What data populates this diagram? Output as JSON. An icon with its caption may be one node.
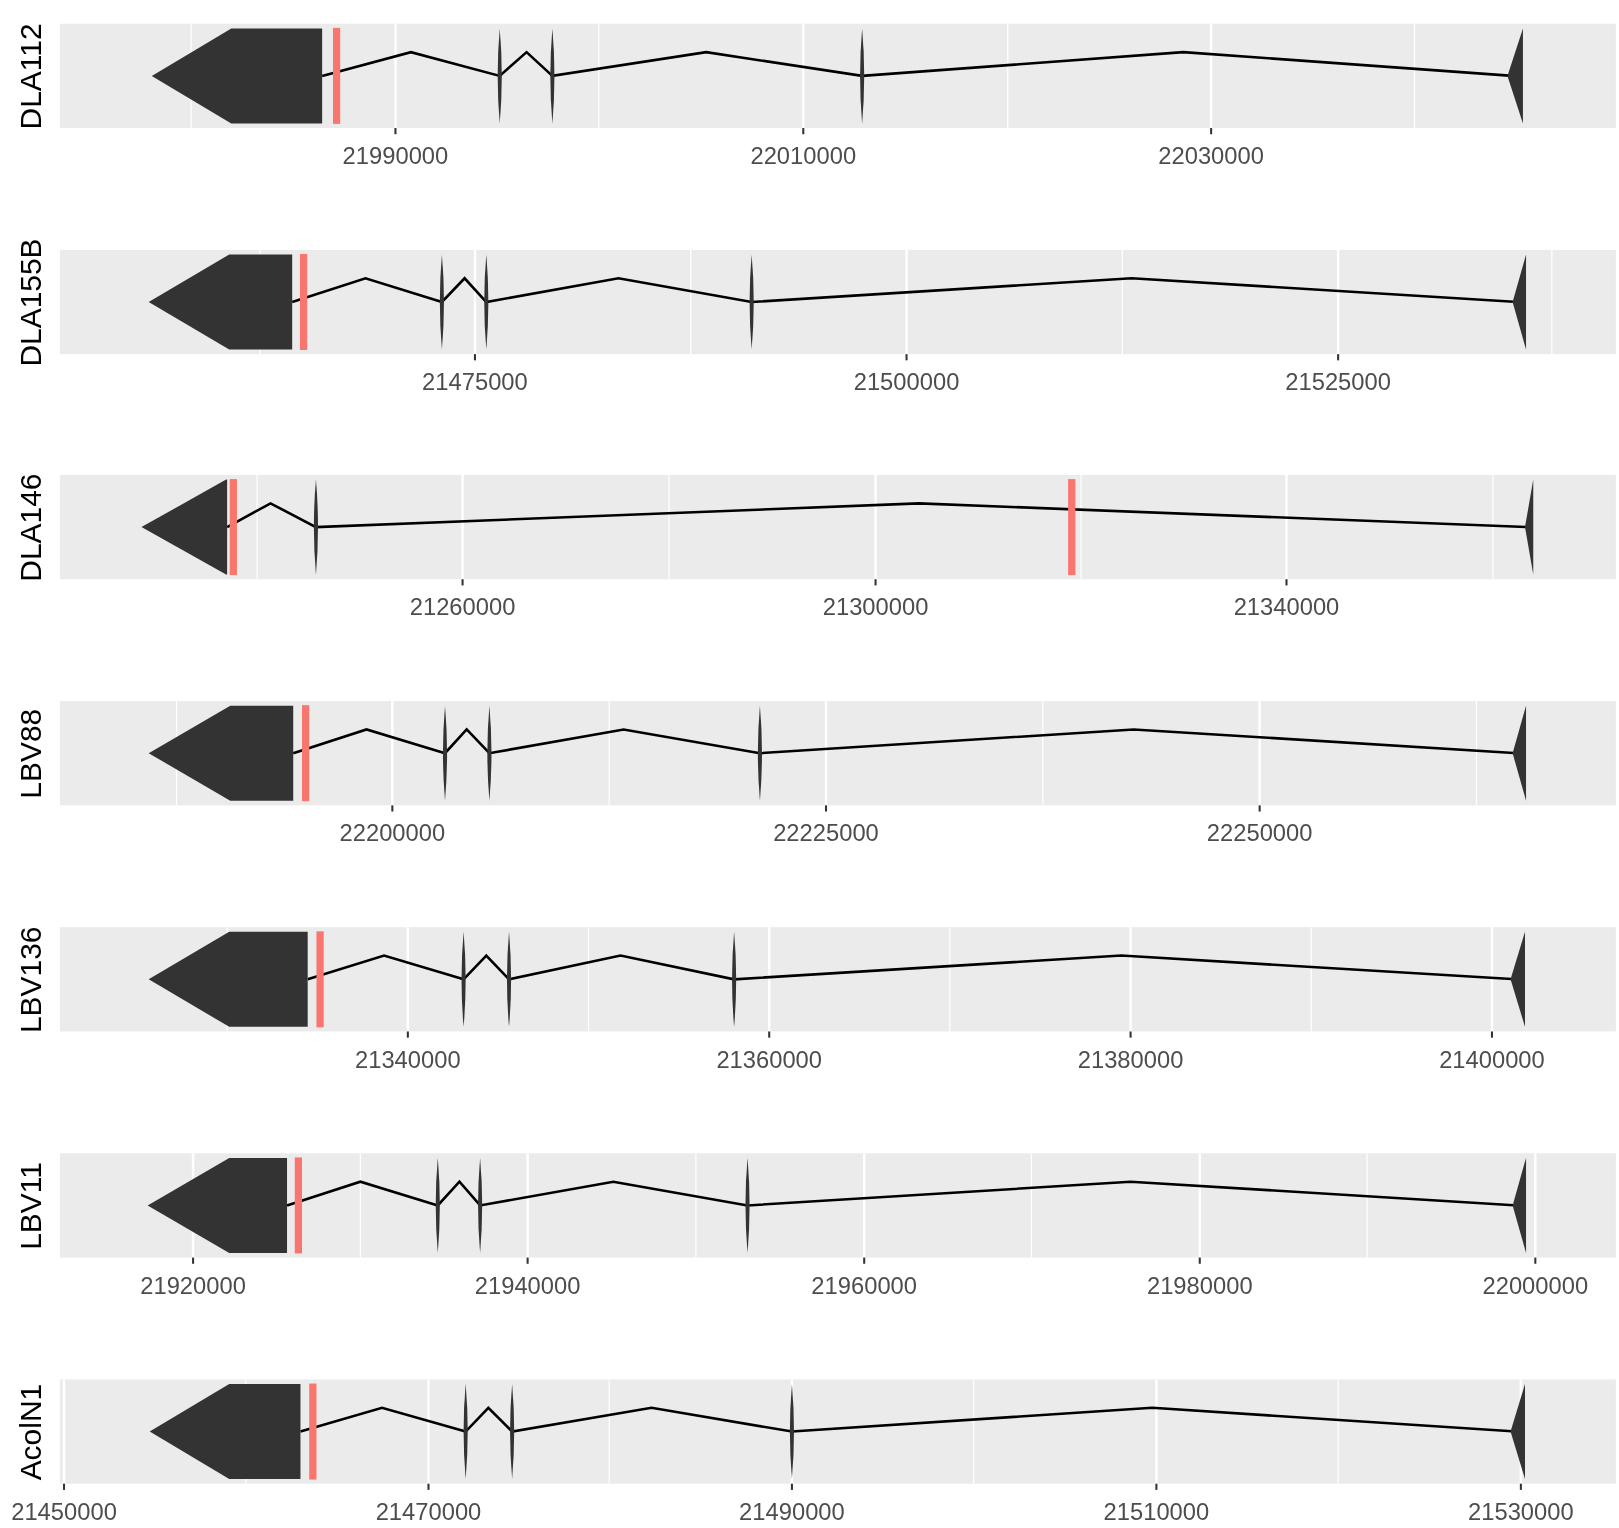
{
  "diagram": {
    "labels": [
      "DLA112",
      "21990000",
      "22010000",
      "22030000",
      "DLA155B",
      "21475000",
      "21500000",
      "21525000",
      "DLA146",
      "21260000",
      "21300000",
      "21340000",
      "LBV88",
      "22200000",
      "22225000",
      "22250000",
      "LBV136",
      "21340000",
      "21360000",
      "21380000",
      "21400000",
      "LBV11",
      "21920000",
      "21940000",
      "21960000",
      "21980000",
      "22000000",
      "AcolN1",
      "21450000",
      "21470000",
      "21490000",
      "21510000",
      "21530000"
    ]
  }
}
